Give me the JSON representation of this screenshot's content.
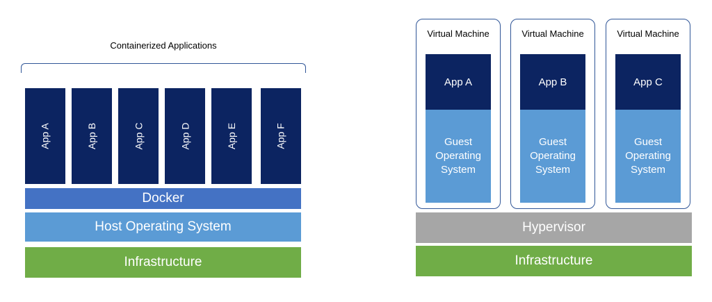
{
  "containers": {
    "caption": "Containerized Applications",
    "apps": [
      "App A",
      "App B",
      "App C",
      "App D",
      "App E",
      "App F"
    ],
    "engine_label": "Docker",
    "host_os_label": "Host Operating System",
    "infrastructure_label": "Infrastructure"
  },
  "virtual_machines": {
    "vms": [
      {
        "label": "Virtual Machine",
        "app": "App A",
        "guest_os": "Guest Operating System"
      },
      {
        "label": "Virtual Machine",
        "app": "App B",
        "guest_os": "Guest Operating System"
      },
      {
        "label": "Virtual Machine",
        "app": "App C",
        "guest_os": "Guest Operating System"
      }
    ],
    "hypervisor_label": "Hypervisor",
    "infrastructure_label": "Infrastructure"
  },
  "colors": {
    "app_block": "#0c2461",
    "docker": "#4472c4",
    "operating_system": "#5b9bd5",
    "infrastructure": "#70ad47",
    "hypervisor": "#a6a6a6",
    "outline": "#2f5597"
  }
}
